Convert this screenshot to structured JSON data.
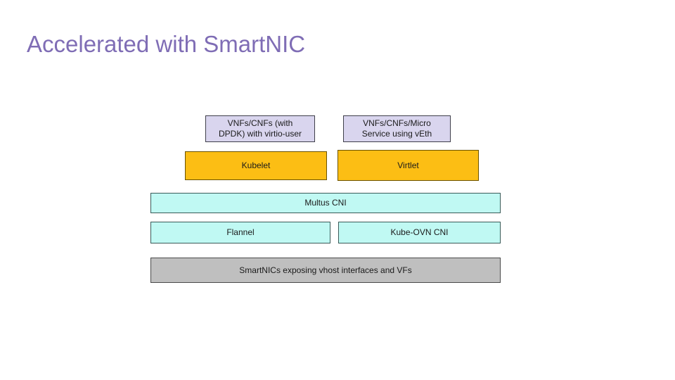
{
  "slide": {
    "title": "Accelerated with SmartNIC",
    "title_color": "#7f6db5",
    "background_color": "#ffffff"
  },
  "diagram": {
    "colors": {
      "lavender_fill": "#d9d5ee",
      "orange_fill": "#fcbe14",
      "cyan_fill": "#c0f9f3",
      "gray_fill": "#bfbfbf",
      "border_dark": "#3f3f4a"
    },
    "boxes": [
      {
        "id": "vnf-dpdk",
        "label": "VNFs/CNFs (with\nDPDK) with virtio-user",
        "fill": "lavender",
        "layer": "workload"
      },
      {
        "id": "vnf-micro",
        "label": "VNFs/CNFs/Micro\nService using vEth",
        "fill": "lavender",
        "layer": "workload"
      },
      {
        "id": "kubelet",
        "label": "Kubelet",
        "fill": "orange",
        "layer": "runtime"
      },
      {
        "id": "virtlet",
        "label": "Virtlet",
        "fill": "orange",
        "layer": "runtime"
      },
      {
        "id": "multus",
        "label": "Multus CNI",
        "fill": "cyan",
        "layer": "cni-meta"
      },
      {
        "id": "flannel",
        "label": "Flannel",
        "fill": "cyan",
        "layer": "cni-plugin"
      },
      {
        "id": "kube-ovn",
        "label": "Kube-OVN CNI",
        "fill": "cyan",
        "layer": "cni-plugin"
      },
      {
        "id": "smartnic",
        "label": "SmartNICs exposing vhost interfaces and VFs",
        "fill": "gray",
        "layer": "hardware"
      }
    ]
  }
}
